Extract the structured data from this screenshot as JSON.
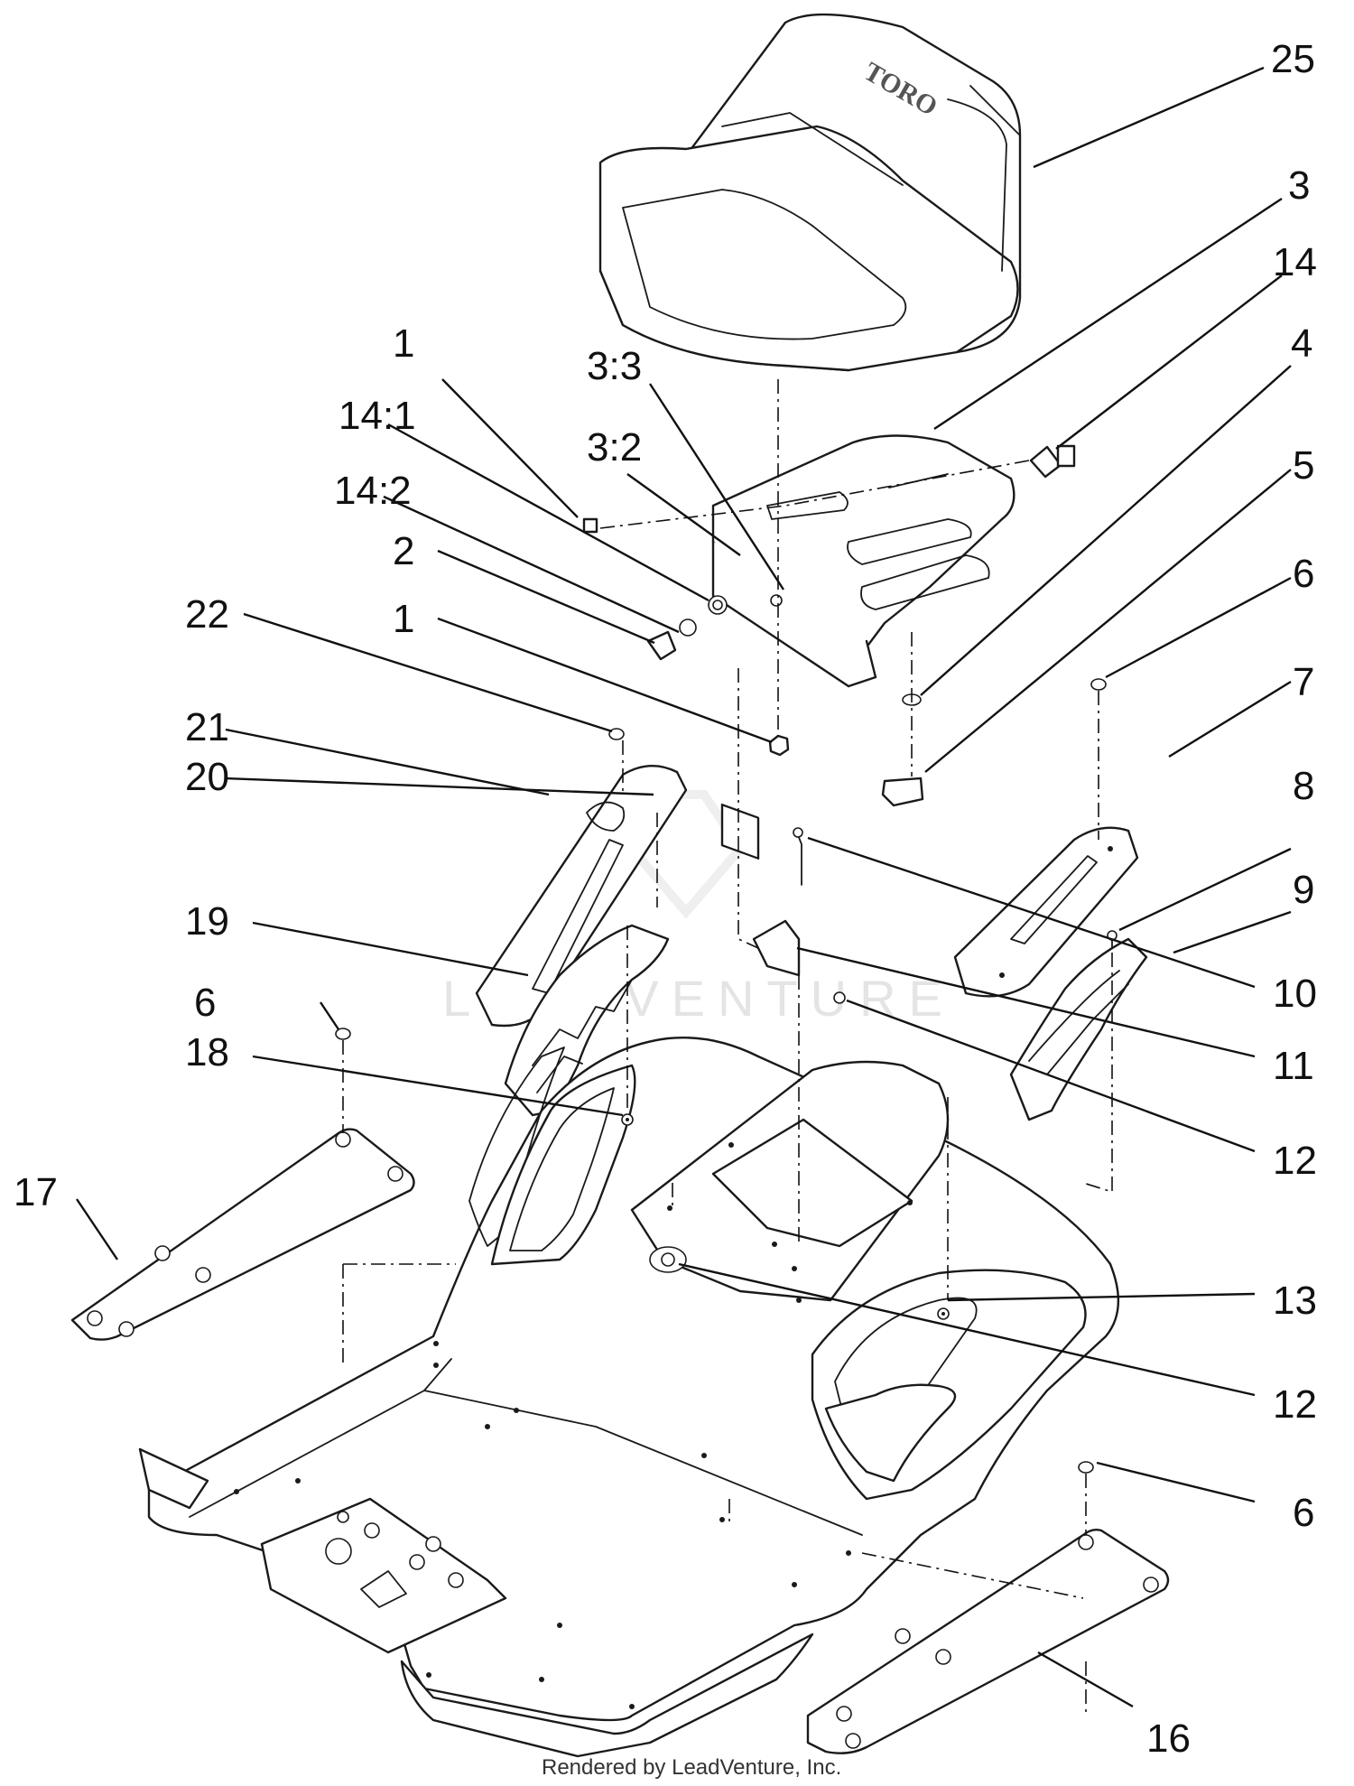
{
  "seat_brand": "TORO",
  "watermark": "LEADVENTURE",
  "footer": "Rendered by LeadVenture, Inc.",
  "callouts": {
    "c25": "25",
    "c3": "3",
    "c14": "14",
    "c1a": "1",
    "c3_3": "3:3",
    "c4": "4",
    "c14_1": "14:1",
    "c3_2": "3:2",
    "c5": "5",
    "c14_2": "14:2",
    "c2": "2",
    "c6a": "6",
    "c1b": "1",
    "c22": "22",
    "c7": "7",
    "c21": "21",
    "c20": "20",
    "c8": "8",
    "c9": "9",
    "c19": "19",
    "c10": "10",
    "c6b": "6",
    "c11": "11",
    "c18": "18",
    "c12a": "12",
    "c17": "17",
    "c13": "13",
    "c12b": "12",
    "c6c": "6",
    "c16": "16"
  },
  "colors": {
    "line": "#1a1a1a",
    "background": "#ffffff",
    "watermark": "#e4e4e4"
  }
}
